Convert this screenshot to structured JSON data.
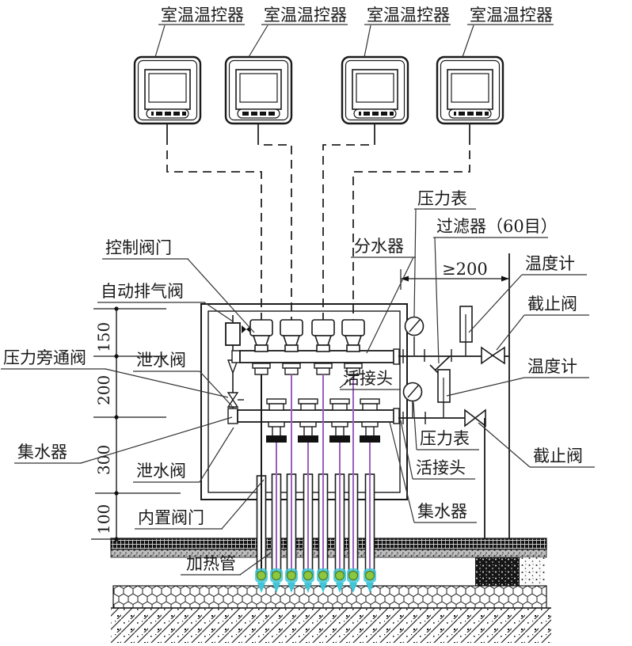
{
  "labels": {
    "thermostats": [
      "室温温控器",
      "室温温控器",
      "室温温控器",
      "室温温控器"
    ],
    "control_valve": "控制阀门",
    "auto_air_vent": "自动排气阀",
    "pressure_bypass_valve": "压力旁通阀",
    "drain_valve_top": "泄水阀",
    "drain_valve_bottom": "泄水阀",
    "collector_left": "集水器",
    "built_in_valve": "内置阀门",
    "heating_pipe": "加热管",
    "pressure_gauge_top": "压力表",
    "filter_60_mesh": "过滤器（60目）",
    "distributor": "分水器",
    "min_clearance": "≥200",
    "thermometer_top": "温度计",
    "stop_valve_top": "截止阀",
    "union_top": "活接头",
    "thermometer_bottom": "温度计",
    "pressure_gauge_bottom": "压力表",
    "union_bottom": "活接头",
    "collector_right": "集水器",
    "stop_valve_bottom": "截止阀"
  },
  "dims": [
    "150",
    "200",
    "300",
    "100"
  ],
  "colors": {
    "line": "#1a1a1a",
    "pipe_purple": "#9b5fc0",
    "pipe_end_green": "#8dc63f",
    "pipe_end_cyan": "#3ec6d8"
  }
}
